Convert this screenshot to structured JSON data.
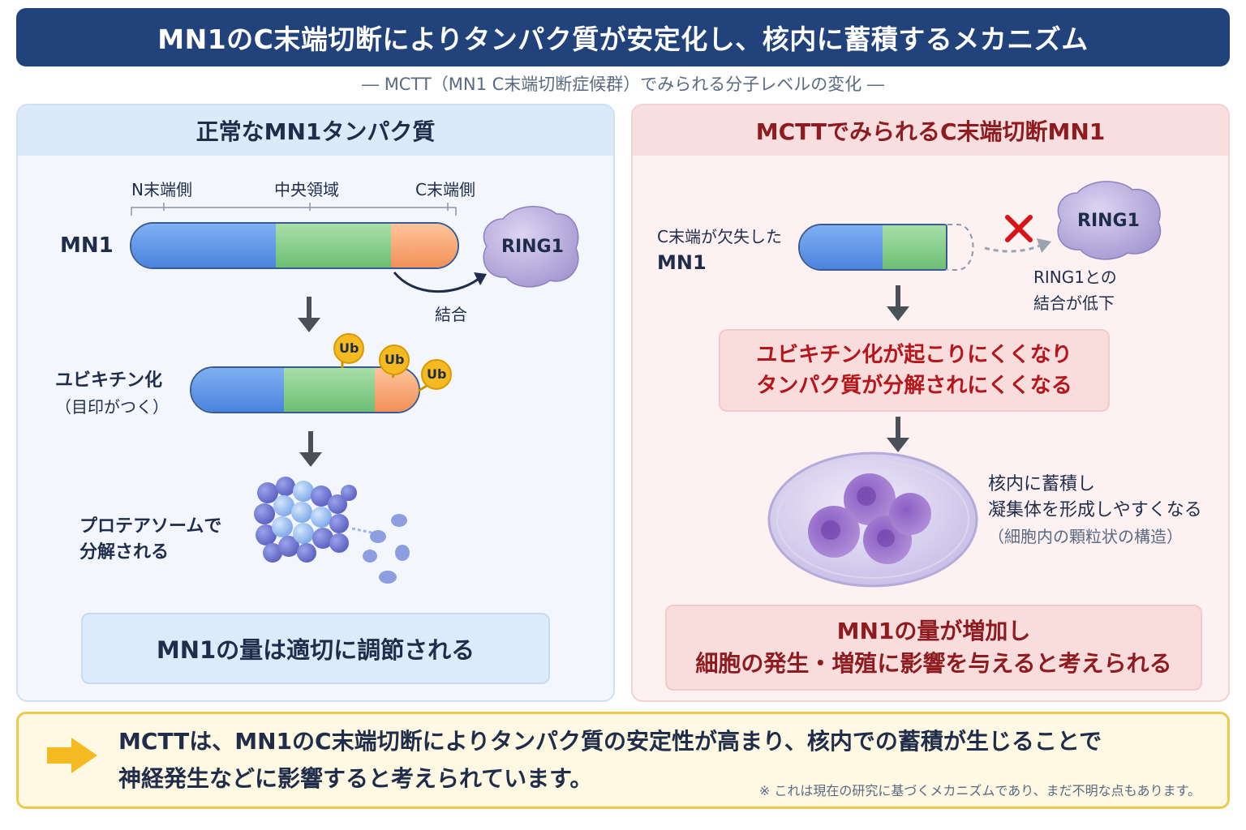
{
  "header": {
    "title": "MN1のC末端切断によりタンパク質が安定化し、核内に蓄積するメカニズム",
    "subtitle": "― MCTT（MN1 C末端切断症候群）でみられる分子レベルの変化 ―"
  },
  "left_panel": {
    "heading": "正常なMN1タンパク質",
    "region_labels": [
      "N末端側",
      "中央領域",
      "C末端側"
    ],
    "protein_label": "MN1",
    "ring1_label": "RING1",
    "binding_label": "結合",
    "ubiquitin_label_line1": "ユビキチン化",
    "ubiquitin_label_line2": "（目印がつく）",
    "ub_tag": "Ub",
    "proteasome_label_line1": "プロテアソームで",
    "proteasome_label_line2": "分解される",
    "summary": "MN1の量は適切に調節される"
  },
  "right_panel": {
    "heading": "MCTTでみられるC末端切断MN1",
    "truncated_label_line1": "C末端が欠失した",
    "truncated_label_line2": "MN1",
    "ring1_label": "RING1",
    "binding_reduced_line1": "RING1との",
    "binding_reduced_line2": "結合が低下",
    "middle_line1": "ユビキチン化が起こりにくくなり",
    "middle_line2": "タンパク質が分解されにくくなる",
    "nucleus_label_line1": "核内に蓄積し",
    "nucleus_label_line2": "凝集体を形成しやすくなる",
    "nucleus_label_line3": "（細胞内の顆粒状の構造）",
    "summary_line1": "MN1の量が増加し",
    "summary_line2": "細胞の発生・増殖に影響を与えると考えられる"
  },
  "conclusion": {
    "line1": "MCTTは、MN1のC末端切断によりタンパク質の安定性が高まり、核内での蓄積が生じることで",
    "line2": "神経発生などに影響すると考えられています。",
    "footnote": "※ これは現在の研究に基づくメカニズムであり、まだ不明な点もあります。"
  },
  "colors": {
    "header_bg": "#21427a",
    "n_terminal": "#4a83dd",
    "central": "#6cbf74",
    "c_terminal": "#f29057",
    "ring1": "#b9addb",
    "ubiquitin": "#f5b921",
    "alert_red": "#b4161b",
    "arrow_yellow": "#f5b921"
  },
  "icons": {
    "cross": "red-x-icon",
    "arrow": "arrow-down-icon",
    "conclusion_arrow": "arrow-right-icon"
  }
}
